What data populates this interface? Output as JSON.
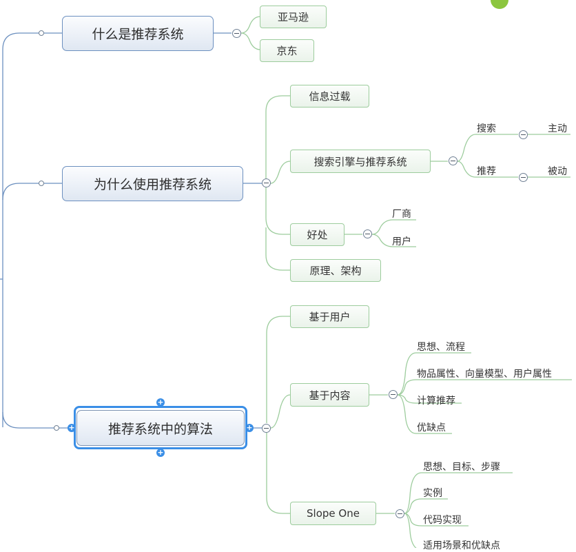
{
  "colors": {
    "main_link": "#6b8fbf",
    "sub_link": "#9ccc9c",
    "selection": "#3a8ee6"
  },
  "topics": {
    "t1": {
      "label": "什么是推荐系统",
      "children": [
        "亚马逊",
        "京东"
      ]
    },
    "t2": {
      "label": "为什么使用推荐系统",
      "info_overload": "信息过载",
      "search_vs_recommend": {
        "label": "搜索引擎与推荐系统",
        "search": "搜索",
        "active": "主动",
        "recommend": "推荐",
        "passive": "被动"
      },
      "benefit": {
        "label": "好处",
        "children": [
          "厂商",
          "用户"
        ]
      },
      "principle": "原理、架构"
    },
    "t3": {
      "label": "推荐系统中的算法",
      "user_based": "基于用户",
      "content_based": {
        "label": "基于内容",
        "children": [
          "思想、流程",
          "物品属性、向量模型、用户属性",
          "计算推荐",
          "优缺点"
        ]
      },
      "slope_one": {
        "label": "Slope One",
        "children": [
          "思想、目标、步骤",
          "实例",
          "代码实现",
          "适用场景和优缺点"
        ]
      }
    }
  }
}
